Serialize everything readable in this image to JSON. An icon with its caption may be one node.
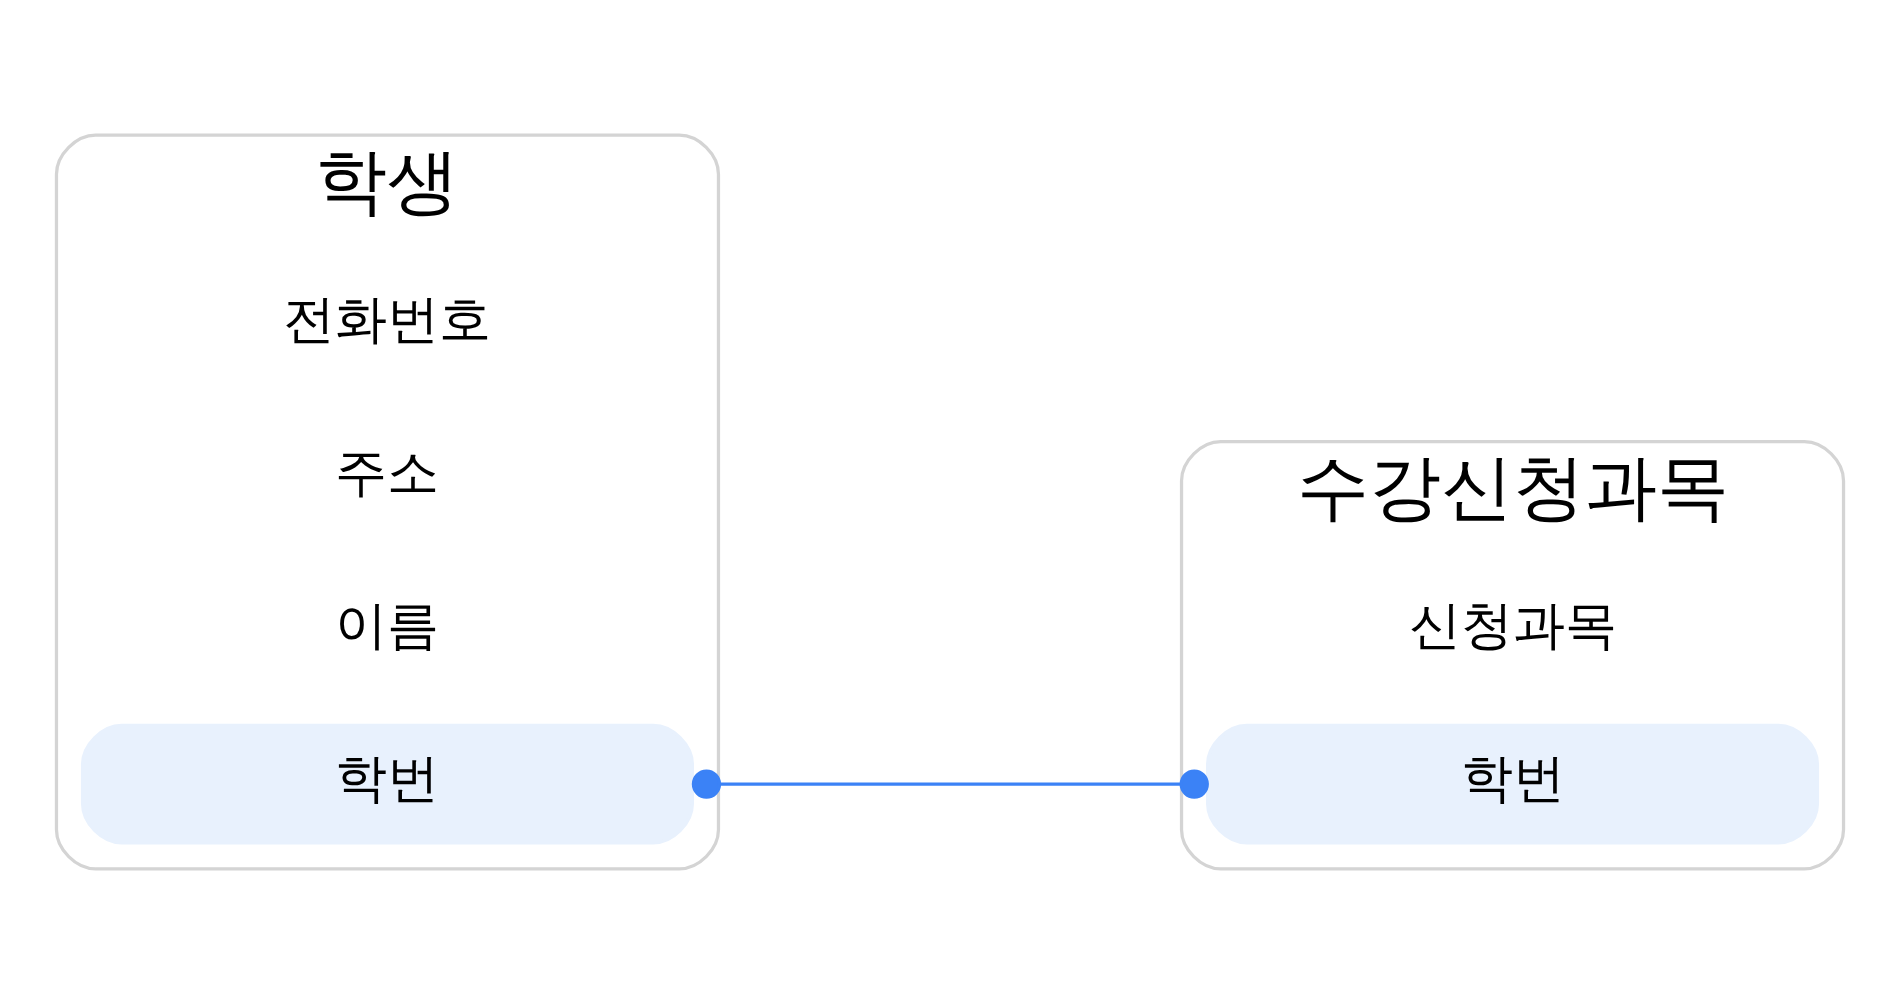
{
  "diagram": {
    "nodes": [
      {
        "text": [
          "학생"
        ]
      },
      {
        "text": [
          "학번"
        ],
        "in": 0
      },
      {
        "text": [
          "이름"
        ],
        "in": 0
      },
      {
        "text": [
          "주소"
        ],
        "in": 0
      },
      {
        "text": [
          "전화번호"
        ],
        "in": 0
      },
      {
        "text": [
          "수강신청과목"
        ]
      },
      {
        "text": [
          "학번"
        ],
        "in": 5
      },
      {
        "text": [
          "신청과목"
        ],
        "in": 5
      }
    ],
    "edges": [
      {
        "from": 1,
        "to": 6,
        "arrow": "other",
        "color": "#3b82f6"
      }
    ]
  }
}
